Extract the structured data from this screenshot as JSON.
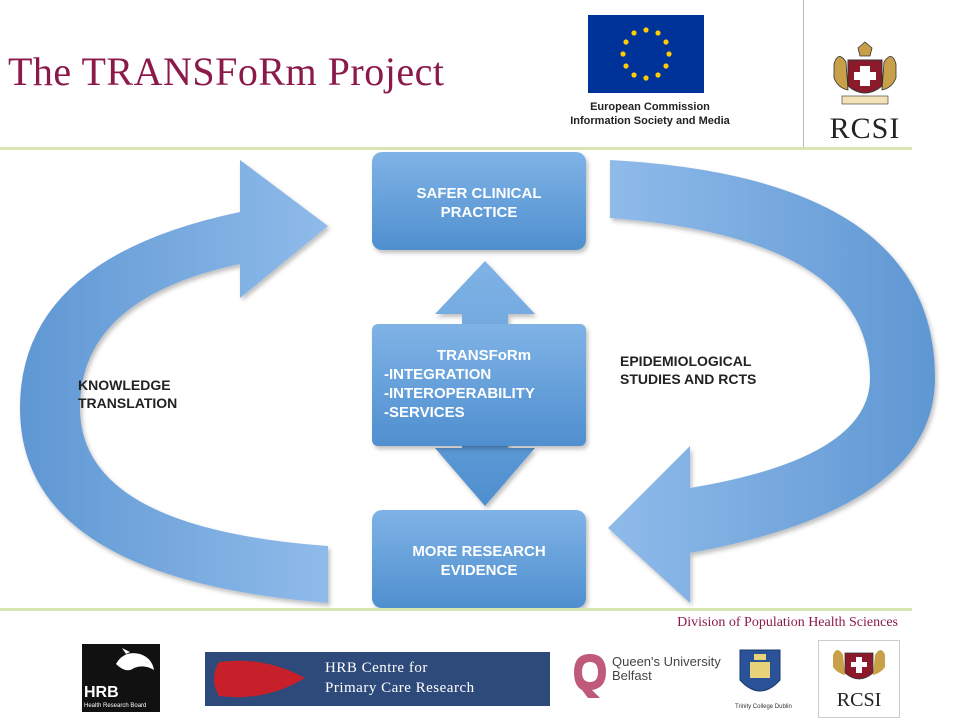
{
  "header": {
    "title": "The TRANSFoRm Project",
    "eu_line1": "European Commission",
    "eu_line2": "Information Society and Media",
    "rcsi_label": "RCSI"
  },
  "diagram": {
    "top_box": [
      "SAFER CLINICAL",
      "PRACTICE"
    ],
    "center_box": [
      "TRANSFoRm",
      "-INTEGRATION",
      "-INTEROPERABILITY",
      "-SERVICES"
    ],
    "bottom_box": [
      "MORE RESEARCH",
      "EVIDENCE"
    ],
    "left_label": [
      "KNOWLEDGE",
      "TRANSLATION"
    ],
    "right_label": [
      "EPIDEMIOLOGICAL",
      "STUDIES AND RCTS"
    ]
  },
  "footer": {
    "division": "Division of Population Health Sciences",
    "hrb": "HRB",
    "hrb_sub": "Health Research Board",
    "hrb_centre_line1": "HRB Centre for",
    "hrb_centre_line2": "Primary Care Research",
    "qub_line1": "Queen's University",
    "qub_line2": "Belfast",
    "tcd": "Trinity College Dublin",
    "rcsi": "RCSI"
  },
  "colors": {
    "title": "#8b1a4a",
    "box": "#5b9bd5",
    "arrow": "#6fa3d9"
  }
}
